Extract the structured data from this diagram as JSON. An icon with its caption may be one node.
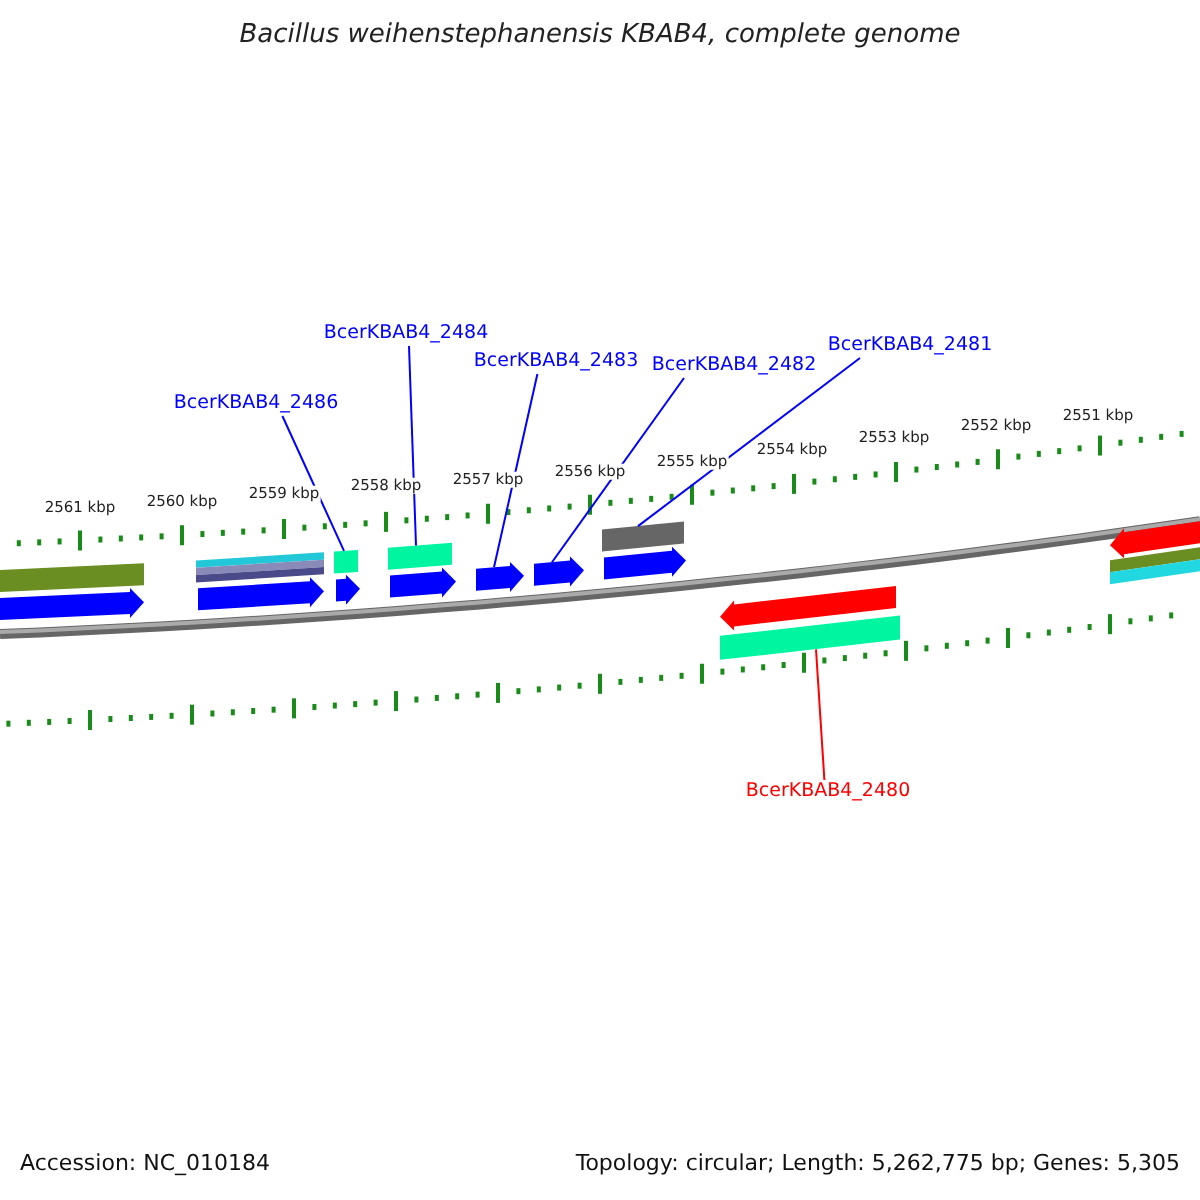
{
  "diagram": {
    "title": "Bacillus weihenstephanensis KBAB4, complete genome",
    "nodes": [
      {
        "text": [
          "BcerKBAB4_2486"
        ]
      },
      {
        "text": [
          "BcerKBAB4_2484"
        ]
      },
      {
        "text": [
          "BcerKBAB4_2483"
        ]
      },
      {
        "text": [
          "BcerKBAB4_2482"
        ]
      },
      {
        "text": [
          "BcerKBAB4_2481"
        ]
      },
      {
        "text": [
          "BcerKBAB4_2480"
        ]
      },
      {
        "text": [],
        "shape": "bar"
      },
      {
        "text": [],
        "shape": "arrow"
      },
      {
        "text": [],
        "shape": "bar"
      },
      {
        "text": [],
        "shape": "arrow"
      },
      {
        "text": [],
        "shape": "bar"
      },
      {
        "text": [],
        "shape": "arrow"
      },
      {
        "text": [],
        "shape": "bar"
      },
      {
        "text": [],
        "shape": "arrow"
      },
      {
        "text": [],
        "shape": "arrow"
      },
      {
        "text": [],
        "shape": "arrow"
      },
      {
        "text": [],
        "shape": "bar"
      },
      {
        "text": [],
        "shape": "arrow"
      },
      {
        "text": [],
        "shape": "arrow"
      },
      {
        "text": [],
        "shape": "bar"
      },
      {
        "text": [],
        "shape": "arrow"
      },
      {
        "text": [],
        "shape": "bar"
      },
      {
        "text": [],
        "shape": "bar"
      }
    ],
    "edges": [
      {
        "from": 0,
        "to": 10,
        "arrow": "none"
      },
      {
        "from": 1,
        "to": 12,
        "arrow": "none"
      },
      {
        "from": 2,
        "to": 14,
        "arrow": "none"
      },
      {
        "from": 3,
        "to": 15,
        "arrow": "none"
      },
      {
        "from": 4,
        "to": 16,
        "arrow": "none"
      },
      {
        "from": 5,
        "to": 19,
        "arrow": "none",
        "color": "#ff0000"
      }
    ],
    "labels": [
      "2561 kbp",
      "2560 kbp",
      "2559 kbp",
      "2558 kbp",
      "2557 kbp",
      "2556 kbp",
      "2555 kbp",
      "2554 kbp",
      "2553 kbp",
      "2552 kbp",
      "2551 kbp",
      "Accession: NC_010184",
      "Topology: circular; Length: 5,262,775 bp; Genes: 5,305"
    ]
  }
}
